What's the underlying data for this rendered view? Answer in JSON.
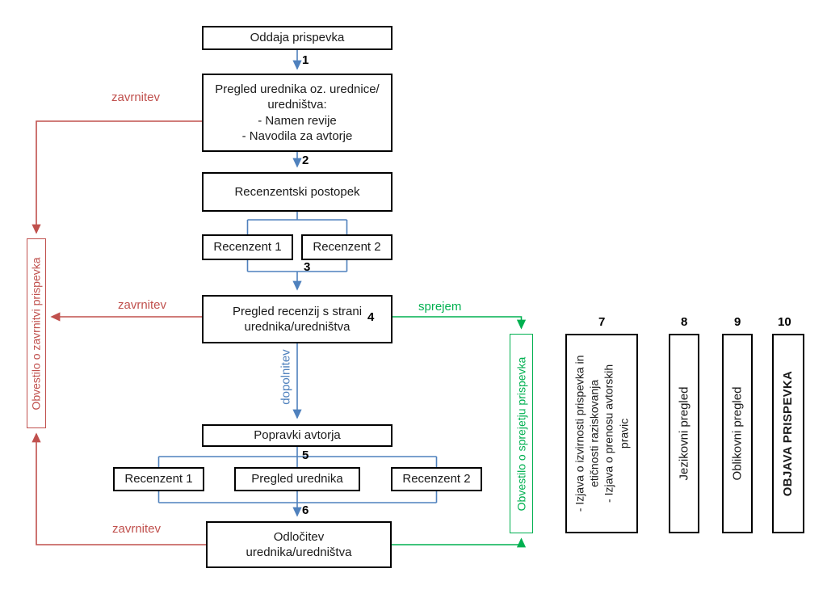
{
  "colors": {
    "flow_blue": "#4f81bd",
    "reject_red": "#c0504d",
    "accept_green": "#00b050",
    "box_black": "#000000"
  },
  "nodes": {
    "submission": {
      "label": "Oddaja prispevka"
    },
    "editor_review": {
      "label": "Pregled urednika oz. urednice/\nuredništva:\n- Namen revije\n- Navodila za avtorje"
    },
    "review_process": {
      "label": "Recenzentski postopek"
    },
    "reviewer1_top": {
      "label": "Recenzent 1"
    },
    "reviewer2_top": {
      "label": "Recenzent 2"
    },
    "review_assessment": {
      "label": "Pregled recenzij s strani\nurednika/uredništva"
    },
    "author_revisions": {
      "label": "Popravki avtorja"
    },
    "reviewer1_round2": {
      "label": "Recenzent 1"
    },
    "editor_check_round2": {
      "label": "Pregled urednika"
    },
    "reviewer2_round2": {
      "label": "Recenzent 2"
    },
    "final_decision": {
      "label": "Odločitev\nurednika/uredništva"
    },
    "rejection_notice": {
      "label": "Obvestilo o zavrnitvi prispevka"
    },
    "acceptance_notice": {
      "label": "Obvestilo o sprejetju prispevka"
    },
    "declarations": {
      "label": "- Izjava o izvirnosti prispevka in\netičnosti raziskovanja\n- Izjava o prenosu avtorskih\npravic"
    },
    "language_review": {
      "label": "Jezikovni pregled"
    },
    "layout_review": {
      "label": "Oblikovni pregled"
    },
    "publication": {
      "label": "OBJAVA PRISPEVKA"
    }
  },
  "edge_labels": {
    "reject_top": "zavrnitev",
    "reject_mid": "zavrnitev",
    "reject_bottom": "zavrnitev",
    "accept": "sprejem",
    "revise": "dopolnitev"
  },
  "steps": [
    "1",
    "2",
    "3",
    "4",
    "5",
    "6",
    "7",
    "8",
    "9",
    "10"
  ]
}
